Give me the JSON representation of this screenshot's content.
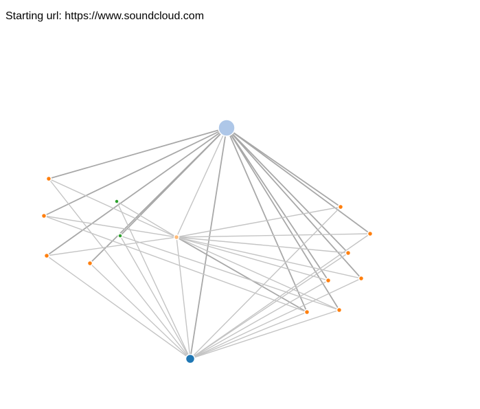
{
  "header": {
    "starting_url_text": "Starting url: https://www.soundcloud.com"
  },
  "graph": {
    "colors": {
      "root": "#aec7e8",
      "hub": "#1f77b4",
      "page": "#ff7f0e",
      "center": "#ffbb78",
      "external": "#2ca02c",
      "link_light": "#c4c4c4",
      "link_dark": "#a8a8a8"
    },
    "nodes": [
      {
        "id": "root",
        "group": "root"
      },
      {
        "id": "hub",
        "group": "hub"
      },
      {
        "id": "center",
        "group": "center"
      },
      {
        "id": "o1",
        "group": "page"
      },
      {
        "id": "o2",
        "group": "page"
      },
      {
        "id": "o3",
        "group": "page"
      },
      {
        "id": "o4",
        "group": "page"
      },
      {
        "id": "o5",
        "group": "page"
      },
      {
        "id": "o6",
        "group": "page"
      },
      {
        "id": "o7",
        "group": "page"
      },
      {
        "id": "o8",
        "group": "page"
      },
      {
        "id": "o9",
        "group": "page"
      },
      {
        "id": "o10",
        "group": "page"
      },
      {
        "id": "o11",
        "group": "page"
      },
      {
        "id": "g1",
        "group": "external"
      },
      {
        "id": "g2",
        "group": "external"
      }
    ],
    "links": [
      {
        "source": "root",
        "target": "o1",
        "weight": "dark"
      },
      {
        "source": "root",
        "target": "o2",
        "weight": "dark"
      },
      {
        "source": "root",
        "target": "o3",
        "weight": "dark"
      },
      {
        "source": "root",
        "target": "o4",
        "weight": "dark"
      },
      {
        "source": "root",
        "target": "g2",
        "weight": "dark"
      },
      {
        "source": "root",
        "target": "center",
        "weight": "light"
      },
      {
        "source": "root",
        "target": "hub",
        "weight": "dark"
      },
      {
        "source": "root",
        "target": "o5",
        "weight": "dark"
      },
      {
        "source": "root",
        "target": "o6",
        "weight": "dark"
      },
      {
        "source": "root",
        "target": "o7",
        "weight": "dark"
      },
      {
        "source": "root",
        "target": "o8",
        "weight": "dark"
      },
      {
        "source": "root",
        "target": "o9",
        "weight": "dark"
      },
      {
        "source": "root",
        "target": "o10",
        "weight": "dark"
      },
      {
        "source": "root",
        "target": "o11",
        "weight": "dark"
      },
      {
        "source": "center",
        "target": "o1",
        "weight": "light"
      },
      {
        "source": "center",
        "target": "o2",
        "weight": "light"
      },
      {
        "source": "center",
        "target": "o3",
        "weight": "light"
      },
      {
        "source": "center",
        "target": "g1",
        "weight": "light"
      },
      {
        "source": "center",
        "target": "hub",
        "weight": "light"
      },
      {
        "source": "center",
        "target": "o5",
        "weight": "light"
      },
      {
        "source": "center",
        "target": "o6",
        "weight": "light"
      },
      {
        "source": "center",
        "target": "o7",
        "weight": "light"
      },
      {
        "source": "center",
        "target": "o8",
        "weight": "light"
      },
      {
        "source": "center",
        "target": "o9",
        "weight": "light"
      },
      {
        "source": "center",
        "target": "o10",
        "weight": "dark"
      },
      {
        "source": "center",
        "target": "o11",
        "weight": "light"
      },
      {
        "source": "hub",
        "target": "o1",
        "weight": "light"
      },
      {
        "source": "hub",
        "target": "o3",
        "weight": "light"
      },
      {
        "source": "hub",
        "target": "o4",
        "weight": "light"
      },
      {
        "source": "hub",
        "target": "g1",
        "weight": "light"
      },
      {
        "source": "hub",
        "target": "g2",
        "weight": "light"
      },
      {
        "source": "hub",
        "target": "o5",
        "weight": "light"
      },
      {
        "source": "hub",
        "target": "o6",
        "weight": "light"
      },
      {
        "source": "hub",
        "target": "o7",
        "weight": "light"
      },
      {
        "source": "hub",
        "target": "o8",
        "weight": "light"
      },
      {
        "source": "hub",
        "target": "o9",
        "weight": "light"
      },
      {
        "source": "hub",
        "target": "o10",
        "weight": "light"
      },
      {
        "source": "hub",
        "target": "o11",
        "weight": "light"
      },
      {
        "source": "o2",
        "target": "o10",
        "weight": "light"
      },
      {
        "source": "g2",
        "target": "o11",
        "weight": "light"
      }
    ]
  }
}
